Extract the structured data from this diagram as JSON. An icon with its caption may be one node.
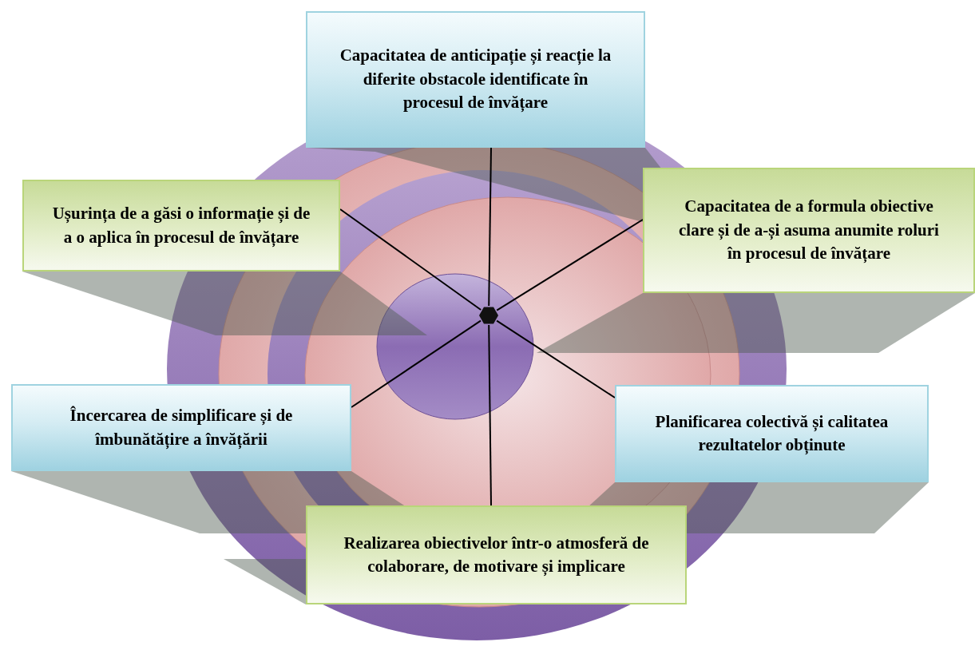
{
  "diagram": {
    "nodes": [
      {
        "text": [
          "Capacitatea de anticipație și reacție la diferite obstacole identificate în procesul de învățare"
        ]
      },
      {
        "text": [
          "Ușurința de a găsi o informație și de a o aplica în procesul de învățare"
        ]
      },
      {
        "text": [
          "Capacitatea de a formula obiective clare și de a-și asuma anumite roluri în procesul de învățare"
        ]
      },
      {
        "text": [
          "Încercarea de simplificare și de îmbunătățire a învățării"
        ]
      },
      {
        "text": [
          "Planificarea colectivă și calitatea rezultatelor obținute"
        ]
      },
      {
        "text": [
          "Realizarea obiectivelor într-o atmosferă de colaborare, de motivare și implicare"
        ]
      },
      {
        "text": [],
        "shape": "hexagon"
      }
    ],
    "edges": [
      {
        "from": 6,
        "to": 0,
        "arrow": "none"
      },
      {
        "from": 6,
        "to": 1,
        "arrow": "none"
      },
      {
        "from": 6,
        "to": 2,
        "arrow": "none"
      },
      {
        "from": 6,
        "to": 3,
        "arrow": "none"
      },
      {
        "from": 6,
        "to": 4,
        "arrow": "none"
      },
      {
        "from": 6,
        "to": 5,
        "arrow": "none"
      }
    ]
  }
}
